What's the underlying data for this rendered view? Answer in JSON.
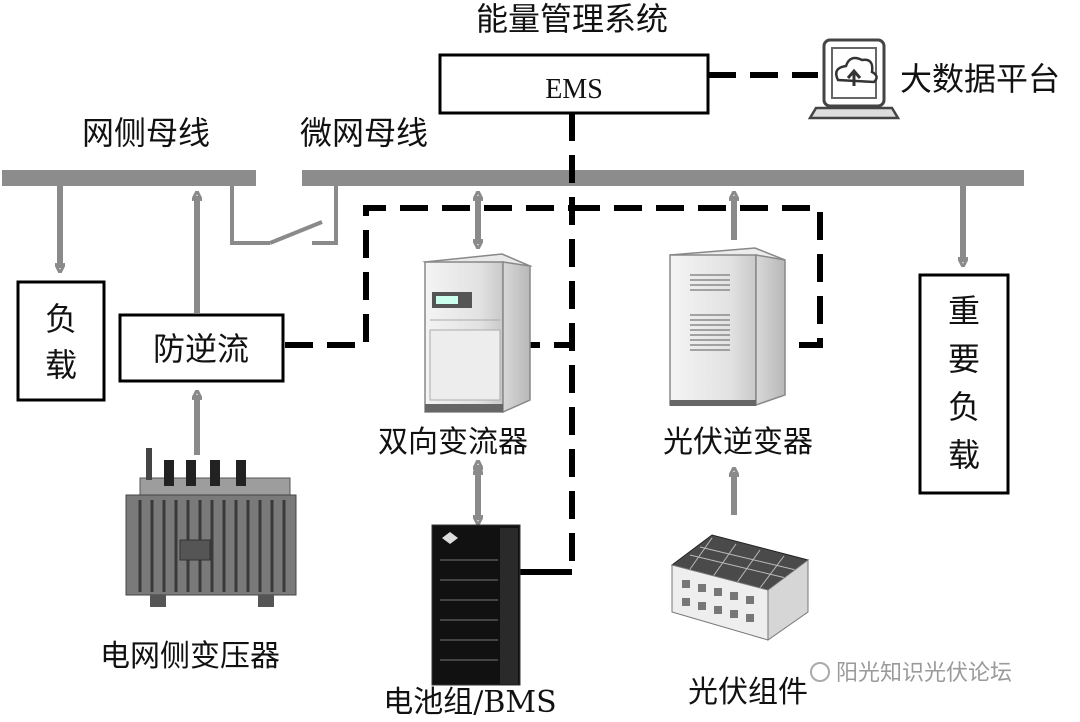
{
  "title": "能量管理系统",
  "ems_label": "EMS",
  "cloud_platform": "大数据平台",
  "grid_bus": "网侧母线",
  "micro_bus": "微网母线",
  "load_1": [
    "负",
    "载"
  ],
  "anti_reverse": "防逆流",
  "important_load": [
    "重",
    "要",
    "负",
    "载"
  ],
  "bidirectional_converter": "双向变流器",
  "pv_inverter": "光伏逆变器",
  "grid_transformer": "电网侧变压器",
  "battery_bms": "电池组/BMS",
  "pv_modules": "光伏组件",
  "watermark": "阳光知识光伏论坛",
  "colors": {
    "bus": "#8c8c8c",
    "arrow": "#8a8a8a",
    "line": "#000000",
    "box_border": "#000000"
  }
}
